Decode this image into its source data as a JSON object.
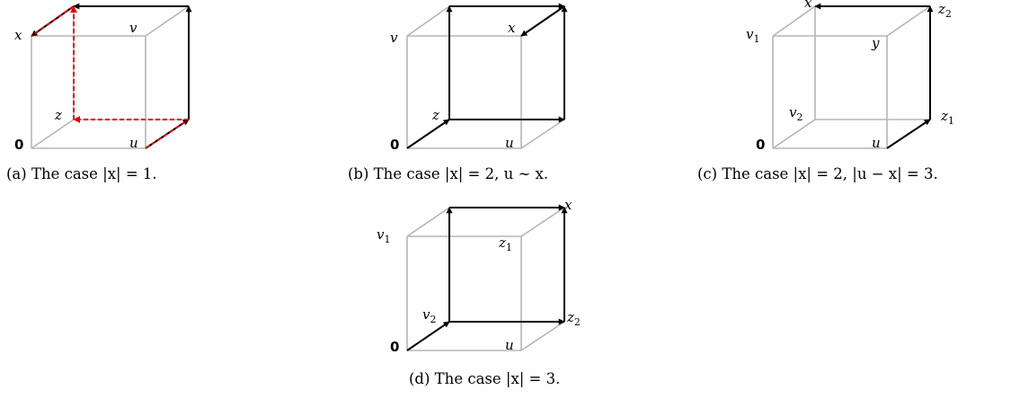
{
  "panels": {
    "a": {
      "caption": "(a) The case |x| = 1.",
      "labels": {
        "x": "x",
        "v": "v",
        "z": "z",
        "zero": "0",
        "u": "u"
      }
    },
    "b": {
      "caption": "(b) The case |x| = 2, u ∼ x.",
      "labels": {
        "v": "v",
        "x": "x",
        "z": "z",
        "zero": "0",
        "u": "u"
      }
    },
    "c": {
      "caption": "(c) The case |x| = 2, |u − x| = 3.",
      "labels": {
        "x": "x",
        "z2": "z",
        "z2_sub": "2",
        "v1": "v",
        "v1_sub": "1",
        "y": "y",
        "v2": "v",
        "v2_sub": "2",
        "z1": "z",
        "z1_sub": "1",
        "zero": "0",
        "u": "u"
      }
    },
    "d": {
      "caption": "(d) The case |x| = 3.",
      "labels": {
        "x": "x",
        "v1": "v",
        "v1_sub": "1",
        "z1": "z",
        "z1_sub": "1",
        "v2": "v",
        "v2_sub": "2",
        "z2": "z",
        "z2_sub": "2",
        "zero": "0",
        "u": "u"
      }
    }
  },
  "colors": {
    "cube_edge": "#b5b5b5",
    "arrow": "#000000",
    "red_path": "#e00000"
  }
}
